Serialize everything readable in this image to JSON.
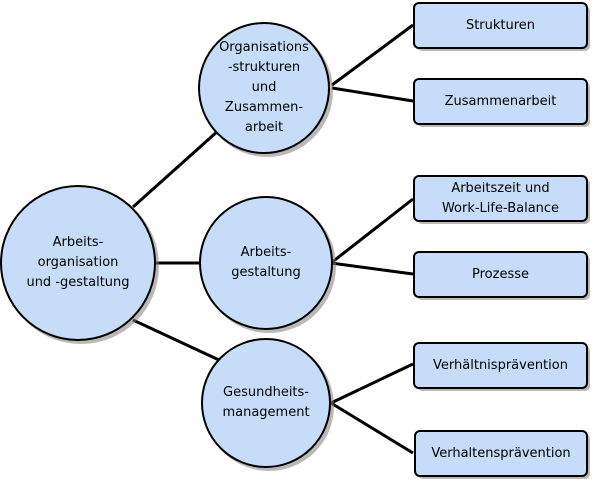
{
  "root": {
    "lines": [
      "Arbeits-",
      "organisation",
      "und -gestaltung"
    ]
  },
  "branches": [
    {
      "lines": [
        "Organisations",
        "-strukturen",
        "und",
        "Zusammen-",
        "arbeit"
      ],
      "leaves": [
        {
          "lines": [
            "Strukturen"
          ]
        },
        {
          "lines": [
            "Zusammenarbeit"
          ]
        }
      ]
    },
    {
      "lines": [
        "Arbeits-",
        "gestaltung"
      ],
      "leaves": [
        {
          "lines": [
            "Arbeitszeit und",
            "Work-Life-Balance"
          ]
        },
        {
          "lines": [
            "Prozesse"
          ]
        }
      ]
    },
    {
      "lines": [
        "Gesundheits-",
        "management"
      ],
      "leaves": [
        {
          "lines": [
            "Verhältnisprävention"
          ]
        },
        {
          "lines": [
            "Verhaltensprävention"
          ]
        }
      ]
    }
  ],
  "colors": {
    "node_fill": "#c6dcf8",
    "node_stroke": "#000000",
    "connector": "#000000"
  }
}
